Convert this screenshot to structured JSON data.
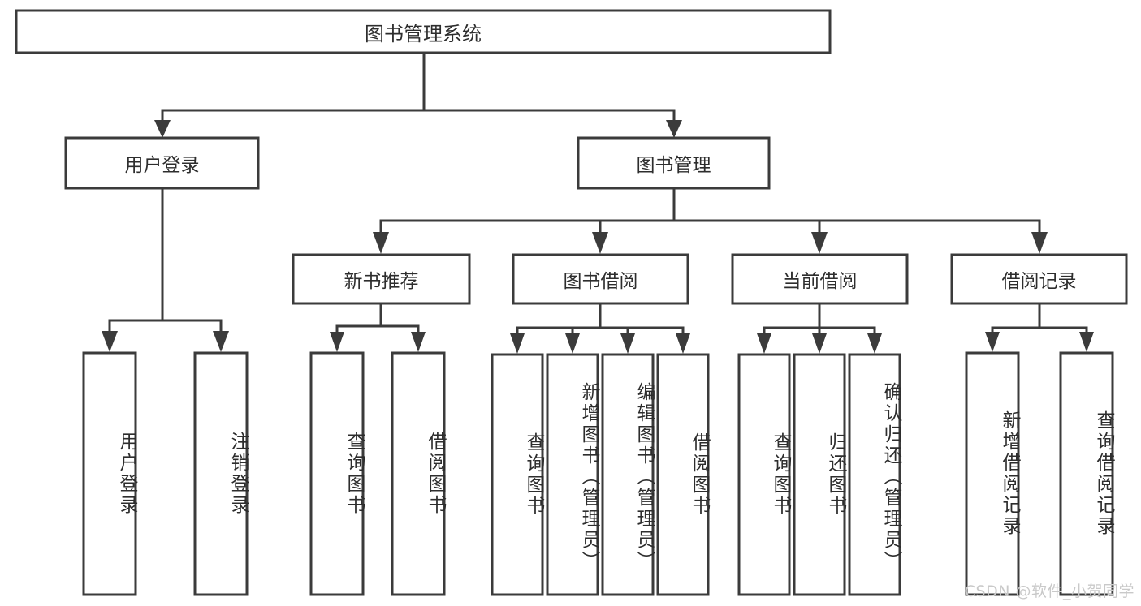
{
  "diagram": {
    "title": "图书管理系统",
    "watermark": "CSDN @软件_小贺同学",
    "colors": {
      "stroke": "#3b3b3b",
      "box_fill": "#ffffff",
      "text": "#2d2d2d",
      "watermark": "#c9c9c9",
      "background": "#ffffff"
    },
    "levels": {
      "root_label": "图书管理系统",
      "level2": [
        {
          "label": "用户登录"
        },
        {
          "label": "图书管理"
        }
      ],
      "level3": [
        {
          "label": "新书推荐"
        },
        {
          "label": "图书借阅"
        },
        {
          "label": "当前借阅"
        },
        {
          "label": "借阅记录"
        }
      ]
    },
    "leaves": {
      "user_login": [
        {
          "label": "用户登录"
        },
        {
          "label": "注销登录"
        }
      ],
      "new_book_recommend": [
        {
          "label": "查询图书"
        },
        {
          "label": "借阅图书"
        }
      ],
      "book_borrow": [
        {
          "label": "查询图书"
        },
        {
          "label": "新增图书（管理员）"
        },
        {
          "label": "编辑图书（管理员）"
        },
        {
          "label": "借阅图书"
        }
      ],
      "current_borrow": [
        {
          "label": "查询图书"
        },
        {
          "label": "归还图书"
        },
        {
          "label": "确认归还（管理员）"
        }
      ],
      "borrow_record": [
        {
          "label": "新增借阅记录"
        },
        {
          "label": "查询借阅记录"
        }
      ]
    }
  }
}
